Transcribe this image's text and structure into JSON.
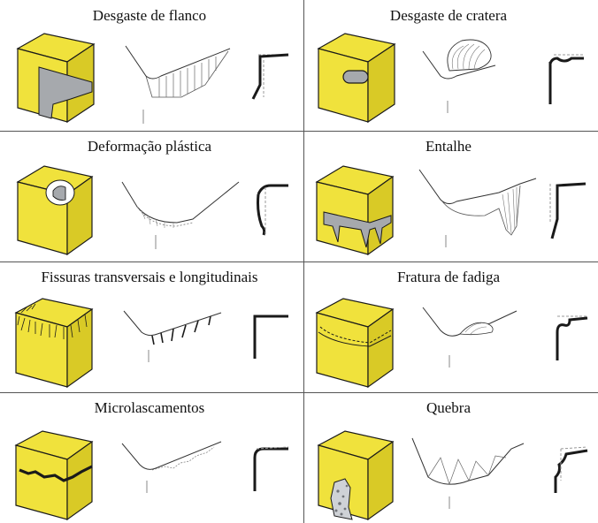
{
  "figure": {
    "colors": {
      "face_yellow": "#f0e23c",
      "face_yellow_dark": "#d2c31e",
      "wear_gray": "#a6a9ad",
      "line": "#1a1a1a"
    },
    "cells": [
      {
        "title": "Desgaste de flanco",
        "kind": "flank"
      },
      {
        "title": "Desgaste de cratera",
        "kind": "crater"
      },
      {
        "title": "Deformação plástica",
        "kind": "plastic"
      },
      {
        "title": "Entalhe",
        "kind": "notch"
      },
      {
        "title": "Fissuras transversais e longitudinais",
        "kind": "cracks"
      },
      {
        "title": "Fratura de fadiga",
        "kind": "fatigue"
      },
      {
        "title": "Microlascamentos",
        "kind": "chipping"
      },
      {
        "title": "Quebra",
        "kind": "fracture"
      }
    ]
  }
}
